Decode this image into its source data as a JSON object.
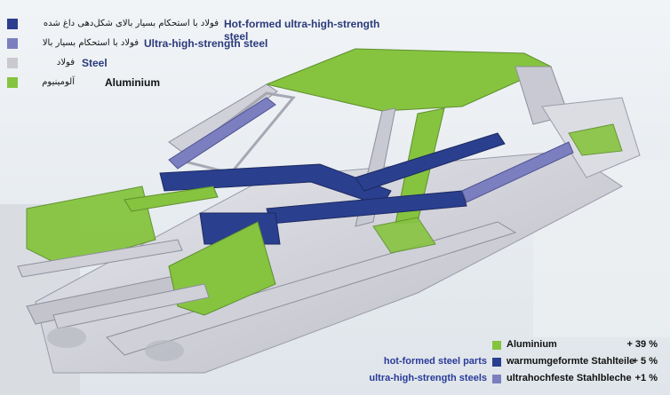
{
  "legend": {
    "items": [
      {
        "fa": "فولاد با استحکام بسیار بالای شکل‌دهی داغ شده",
        "en": "Hot-formed ultra-high-strength steel",
        "color": "#2b3f8f"
      },
      {
        "fa": "فولاد با استحکام بسیار بالا",
        "en": "Ultra-high-strength steel",
        "color": "#7b7fbf"
      },
      {
        "fa": "فولاد",
        "en": "Steel",
        "color": "#c9c9cf"
      },
      {
        "fa": "آلومینیوم",
        "en": "Aluminium",
        "color": "#86c440"
      }
    ]
  },
  "german_legend": {
    "rows": [
      {
        "left": "",
        "label": "Aluminium",
        "pct": "+ 39 %",
        "color": "#86c440"
      },
      {
        "left": "hot-formed steel parts",
        "label": "warmumgeformte Stahlteile",
        "pct": "+ 5 %",
        "color": "#2b3f8f"
      },
      {
        "left": "ultra-high-strength steels",
        "label": "ultrahochfeste Stahlbleche",
        "pct": "+1 %",
        "color": "#7b7fbf"
      }
    ]
  }
}
